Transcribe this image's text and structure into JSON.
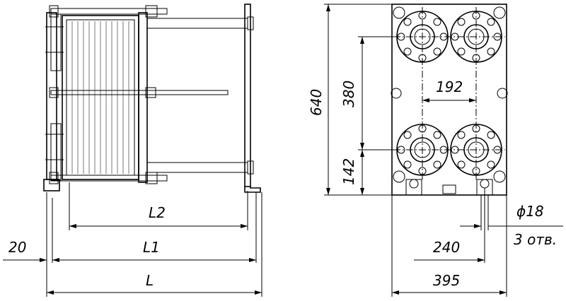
{
  "drawing": {
    "side_view": {
      "dims": {
        "l2": "L2",
        "l1": "L1",
        "l": "L",
        "offset": "20"
      }
    },
    "front_view": {
      "dims": {
        "height_total": "640",
        "height_ports": "380",
        "height_bottom": "142",
        "width_ports": "192",
        "width_feet": "240",
        "width_total": "395",
        "hole_diameter": "ϕ18",
        "hole_count": "3 отв."
      }
    }
  }
}
